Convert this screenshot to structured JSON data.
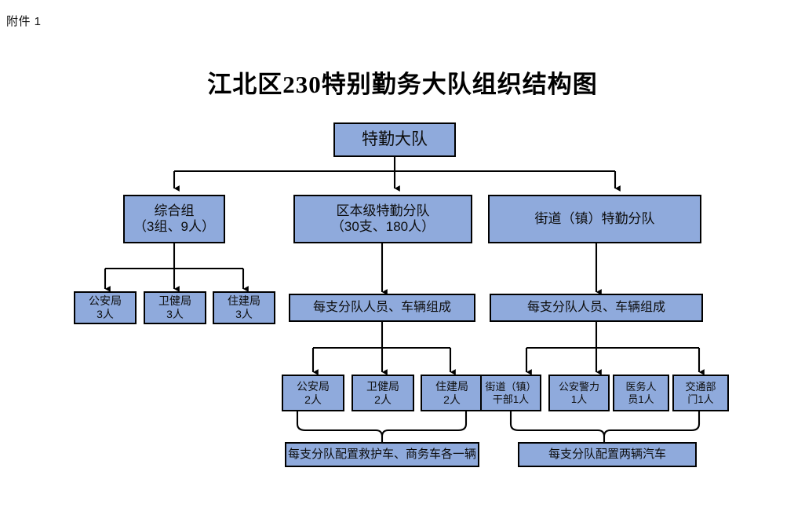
{
  "document": {
    "attachment_label": "附件 1",
    "title": "江北区230特别勤务大队组织结构图"
  },
  "colors": {
    "node_fill": "#8FAADC",
    "node_border": "#000000",
    "text": "#0d0d0d",
    "background": "#ffffff"
  },
  "chart_data": {
    "type": "diagram",
    "diagram_kind": "organizational-chart",
    "title": "江北区230特别勤务大队组织结构图",
    "nodes": [
      {
        "id": "root",
        "lines": [
          "特勤大队"
        ]
      },
      {
        "id": "l2-1",
        "lines": [
          "综合组",
          "（3组、9人）"
        ]
      },
      {
        "id": "l2-2",
        "lines": [
          "区本级特勤分队",
          "（30支、180人）"
        ]
      },
      {
        "id": "l2-3",
        "lines": [
          "街道（镇）特勤分队"
        ]
      },
      {
        "id": "l3-a1",
        "lines": [
          "公安局",
          "3人"
        ]
      },
      {
        "id": "l3-a2",
        "lines": [
          "卫健局",
          "3人"
        ]
      },
      {
        "id": "l3-a3",
        "lines": [
          "住建局",
          "3人"
        ]
      },
      {
        "id": "l3-b",
        "lines": [
          "每支分队人员、车辆组成"
        ]
      },
      {
        "id": "l3-c",
        "lines": [
          "每支分队人员、车辆组成"
        ]
      },
      {
        "id": "l4-b1",
        "lines": [
          "公安局",
          "2人"
        ]
      },
      {
        "id": "l4-b2",
        "lines": [
          "卫健局",
          "2人"
        ]
      },
      {
        "id": "l4-b3",
        "lines": [
          "住建局",
          "2人"
        ]
      },
      {
        "id": "l4-c1",
        "lines": [
          "街道（镇）",
          "干部1人"
        ]
      },
      {
        "id": "l4-c2",
        "lines": [
          "公安警力",
          "1人"
        ]
      },
      {
        "id": "l4-c3",
        "lines": [
          "医务人",
          "员1人"
        ]
      },
      {
        "id": "l4-c4",
        "lines": [
          "交通部",
          "门1人"
        ]
      },
      {
        "id": "l5-b",
        "lines": [
          "每支分队配置救护车、商务车各一辆"
        ]
      },
      {
        "id": "l5-c",
        "lines": [
          "每支分队配置两辆汽车"
        ]
      }
    ],
    "edges": [
      {
        "from": "root",
        "to": "l2-1",
        "style": "elbow-arrow"
      },
      {
        "from": "root",
        "to": "l2-2",
        "style": "elbow-arrow"
      },
      {
        "from": "root",
        "to": "l2-3",
        "style": "elbow-arrow"
      },
      {
        "from": "l2-1",
        "to": "l3-a1",
        "style": "elbow-arrow"
      },
      {
        "from": "l2-1",
        "to": "l3-a2",
        "style": "elbow-arrow"
      },
      {
        "from": "l2-1",
        "to": "l3-a3",
        "style": "elbow-arrow"
      },
      {
        "from": "l2-2",
        "to": "l3-b",
        "style": "straight-arrow"
      },
      {
        "from": "l2-3",
        "to": "l3-c",
        "style": "straight-arrow"
      },
      {
        "from": "l3-b",
        "to": "l4-b1",
        "style": "elbow-arrow"
      },
      {
        "from": "l3-b",
        "to": "l4-b2",
        "style": "elbow-arrow"
      },
      {
        "from": "l3-b",
        "to": "l4-b3",
        "style": "elbow-arrow"
      },
      {
        "from": "l3-c",
        "to": "l4-c1",
        "style": "elbow-arrow"
      },
      {
        "from": "l3-c",
        "to": "l4-c2",
        "style": "elbow-arrow"
      },
      {
        "from": "l3-c",
        "to": "l4-c4",
        "style": "elbow-arrow"
      },
      {
        "from": "l4-b1",
        "to": "l5-b",
        "style": "brace-merge"
      },
      {
        "from": "l4-b3",
        "to": "l5-b",
        "style": "brace-merge"
      },
      {
        "from": "l4-c1",
        "to": "l5-c",
        "style": "brace-merge"
      },
      {
        "from": "l4-c4",
        "to": "l5-c",
        "style": "brace-merge"
      }
    ]
  },
  "nodes": {
    "root": {
      "line1": "特勤大队"
    },
    "l2_1": {
      "line1": "综合组",
      "line2": "（3组、9人）"
    },
    "l2_2": {
      "line1": "区本级特勤分队",
      "line2": "（30支、180人）"
    },
    "l2_3": {
      "line1": "街道（镇）特勤分队"
    },
    "l3_a1": {
      "line1": "公安局",
      "line2": "3人"
    },
    "l3_a2": {
      "line1": "卫健局",
      "line2": "3人"
    },
    "l3_a3": {
      "line1": "住建局",
      "line2": "3人"
    },
    "l3_b": {
      "line1": "每支分队人员、车辆组成"
    },
    "l3_c": {
      "line1": "每支分队人员、车辆组成"
    },
    "l4_b1": {
      "line1": "公安局",
      "line2": "2人"
    },
    "l4_b2": {
      "line1": "卫健局",
      "line2": "2人"
    },
    "l4_b3": {
      "line1": "住建局",
      "line2": "2人"
    },
    "l4_c1": {
      "line1": "街道（镇）",
      "line2": "干部1人"
    },
    "l4_c2": {
      "line1": "公安警力",
      "line2": "1人"
    },
    "l4_c3": {
      "line1": "医务人",
      "line2": "员1人"
    },
    "l4_c4": {
      "line1": "交通部",
      "line2": "门1人"
    },
    "l5_b": {
      "line1": "每支分队配置救护车、商务车各一辆"
    },
    "l5_c": {
      "line1": "每支分队配置两辆汽车"
    }
  }
}
